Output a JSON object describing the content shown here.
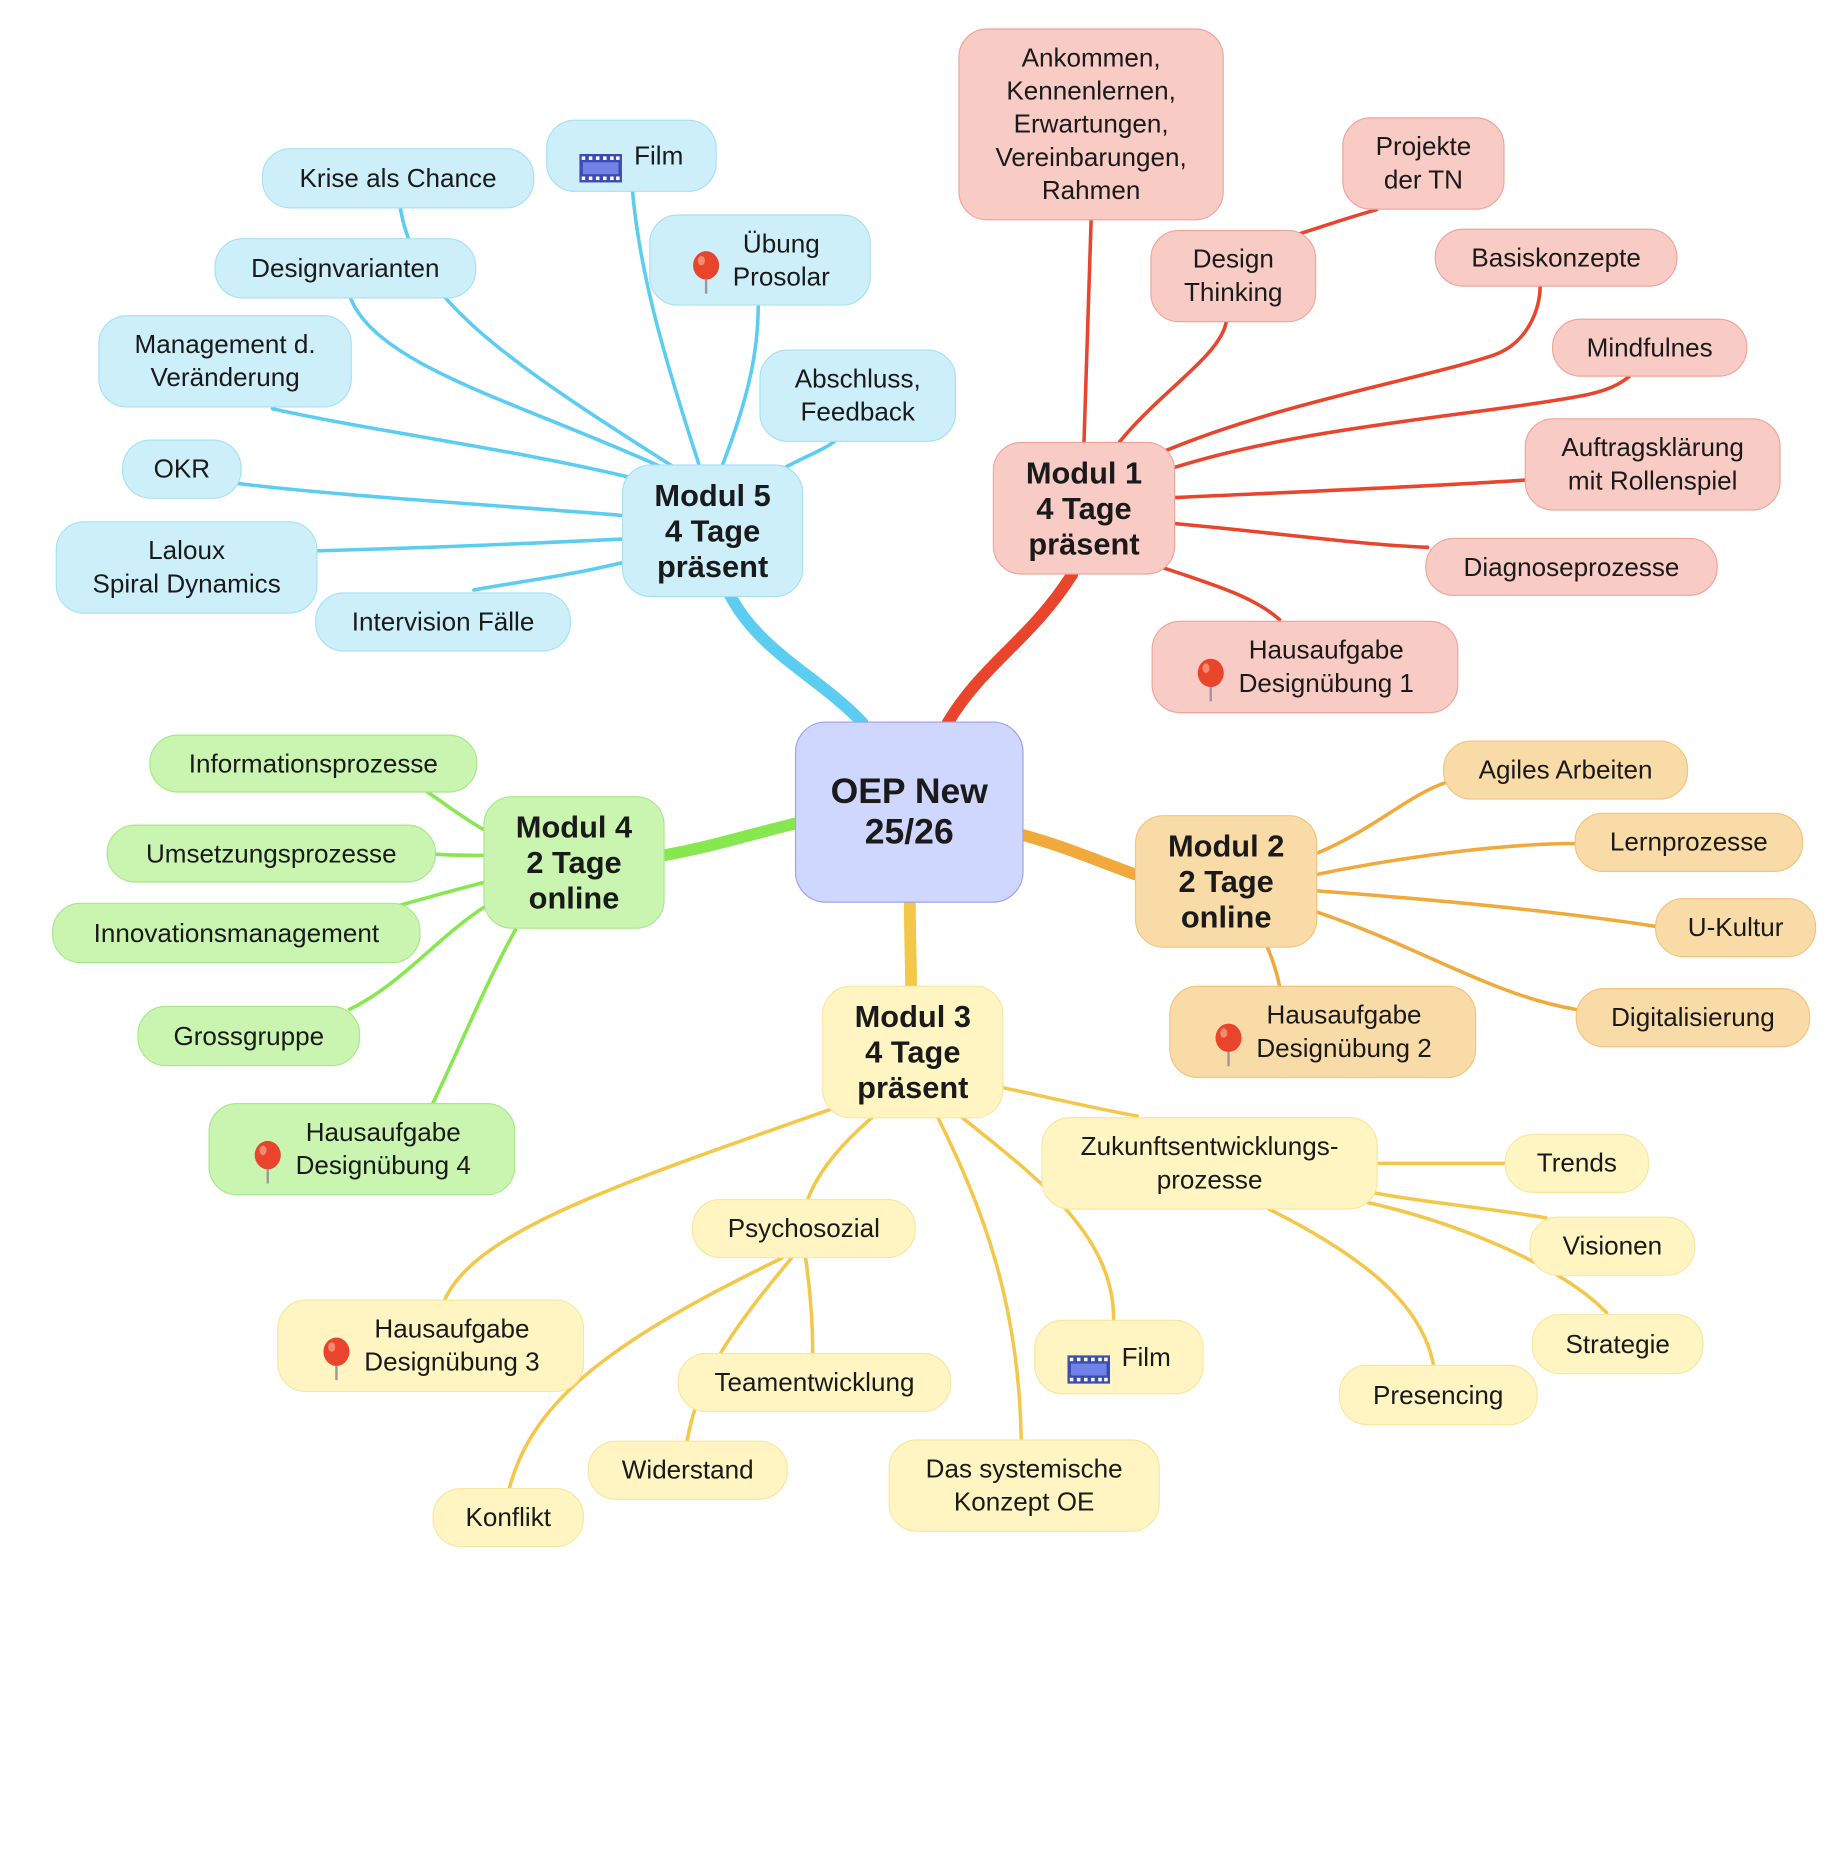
{
  "root": {
    "label": "OEP New\n25/26"
  },
  "modules": {
    "m1": {
      "label": "Modul 1\n4 Tage\npräsent",
      "items": [
        "Ankommen,\nKennenlernen,\nErwartungen,\nVereinbarungen,\nRahmen",
        "Design\nThinking",
        "Projekte\nder TN",
        "Basiskonzepte",
        "Mindfulnes",
        "Auftragsklärung\nmit Rollenspiel",
        "Diagnoseprozesse",
        "Hausaufgabe\nDesignübung 1"
      ]
    },
    "m2": {
      "label": "Modul 2\n2 Tage\nonline",
      "items": [
        "Agiles Arbeiten",
        "Lernprozesse",
        "U-Kultur",
        "Digitalisierung",
        "Hausaufgabe\nDesignübung 2"
      ]
    },
    "m3": {
      "label": "Modul 3\n4 Tage\npräsent",
      "items": [
        "Zukunftsentwicklungs-\nprozesse",
        "Trends",
        "Visionen",
        "Strategie",
        "Presencing",
        "Film",
        "Das systemische\nKonzept OE",
        "Psychosozial",
        "Teamentwicklung",
        "Widerstand",
        "Konflikt",
        "Hausaufgabe\nDesignübung 3"
      ]
    },
    "m4": {
      "label": "Modul 4\n2 Tage\nonline",
      "items": [
        "Informationsprozesse",
        "Umsetzungsprozesse",
        "Innovationsmanagement",
        "Grossgruppe",
        "Hausaufgabe\nDesignübung 4"
      ]
    },
    "m5": {
      "label": "Modul 5\n4 Tage\npräsent",
      "items": [
        "Krise als Chance",
        "Film",
        "Übung\nProsolar",
        "Designvarianten",
        "Management d.\nVeränderung",
        "Abschluss,\nFeedback",
        "OKR",
        "Laloux\nSpiral Dynamics",
        "Intervision Fälle"
      ]
    }
  },
  "icons": {
    "pin": "pin-icon",
    "film": "film-icon"
  },
  "colors": {
    "m1": "#e8452c",
    "m2": "#f2a93b",
    "m3": "#f3c84a",
    "m4": "#86e84e",
    "m5": "#5bcdf0",
    "root": "#d0d7ff"
  }
}
